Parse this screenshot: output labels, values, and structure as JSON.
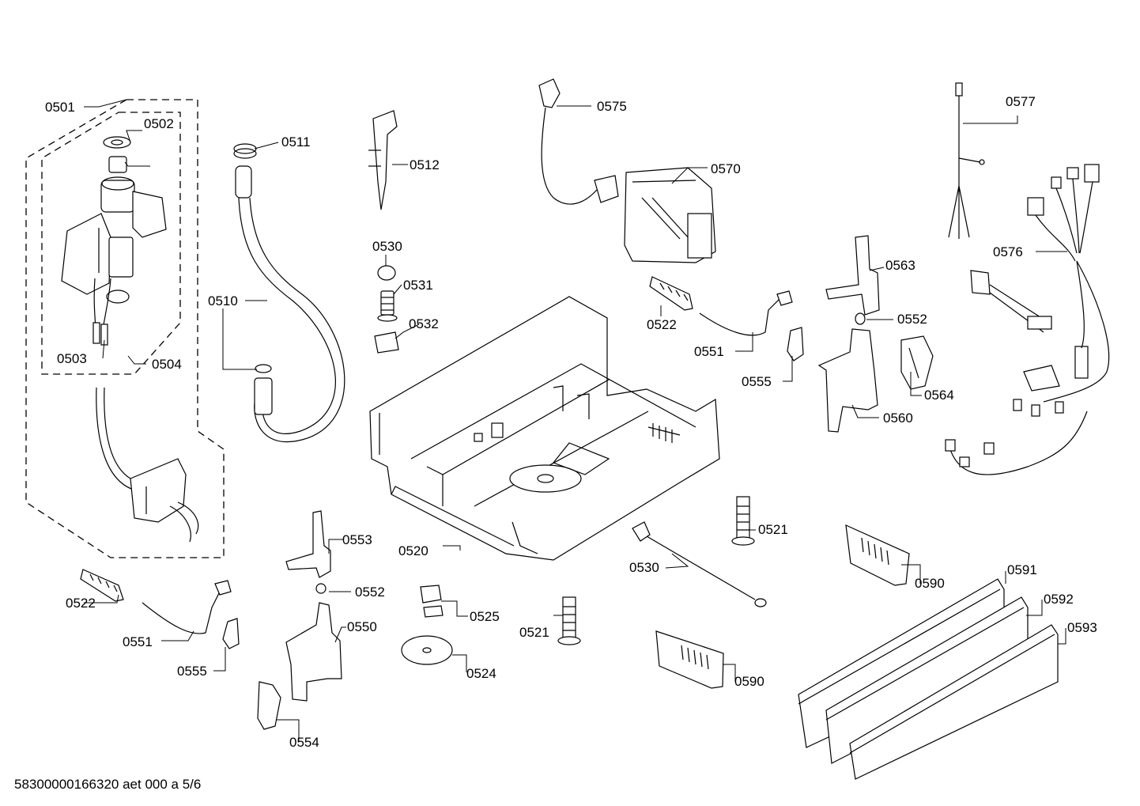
{
  "footer": "58300000166320 aet 000 a 5/6",
  "labels": {
    "l0501": "0501",
    "l0502": "0502",
    "l0503": "0503",
    "l0504": "0504",
    "l0510": "0510",
    "l0511": "0511",
    "l0512": "0512",
    "l0530a": "0530",
    "l0531": "0531",
    "l0532": "0532",
    "l0575": "0575",
    "l0570": "0570",
    "l0577": "0577",
    "l0576": "0576",
    "l0563": "0563",
    "l0552a": "0552",
    "l0564": "0564",
    "l0560": "0560",
    "l0522a": "0522",
    "l0551a": "0551",
    "l0555a": "0555",
    "l0520": "0520",
    "l0521a": "0521",
    "l0530b": "0530",
    "l0553": "0553",
    "l0552b": "0552",
    "l0550": "0550",
    "l0554": "0554",
    "l0522b": "0522",
    "l0551b": "0551",
    "l0555b": "0555",
    "l0525": "0525",
    "l0524": "0524",
    "l0521b": "0521",
    "l0590a": "0590",
    "l0590b": "0590",
    "l0591": "0591",
    "l0592": "0592",
    "l0593": "0593"
  }
}
